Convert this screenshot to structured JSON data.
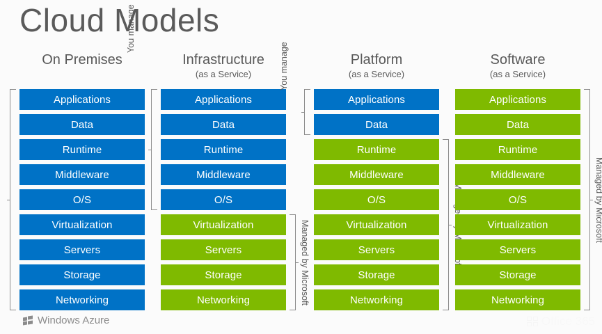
{
  "slide": {
    "title": "Cloud Models",
    "background_color": "#fbfbfb",
    "blue_color": "#0072c6",
    "green_color": "#7fba00",
    "bracket_color": "#8c8c8c"
  },
  "layer_names": [
    "Applications",
    "Data",
    "Runtime",
    "Middleware",
    "O/S",
    "Virtualization",
    "Servers",
    "Storage",
    "Networking"
  ],
  "columns": [
    {
      "id": "on-premises",
      "heading": "On Premises",
      "subheading": "",
      "layers": [
        {
          "label": "Applications",
          "color": "blue"
        },
        {
          "label": "Data",
          "color": "blue"
        },
        {
          "label": "Runtime",
          "color": "blue"
        },
        {
          "label": "Middleware",
          "color": "blue"
        },
        {
          "label": "O/S",
          "color": "blue"
        },
        {
          "label": "Virtualization",
          "color": "blue"
        },
        {
          "label": "Servers",
          "color": "blue"
        },
        {
          "label": "Storage",
          "color": "blue"
        },
        {
          "label": "Networking",
          "color": "blue"
        }
      ],
      "brackets": [
        {
          "side": "left",
          "label": "You manage",
          "from": 0,
          "to": 8
        }
      ]
    },
    {
      "id": "infrastructure",
      "heading": "Infrastructure",
      "subheading": "(as a Service)",
      "layers": [
        {
          "label": "Applications",
          "color": "blue"
        },
        {
          "label": "Data",
          "color": "blue"
        },
        {
          "label": "Runtime",
          "color": "blue"
        },
        {
          "label": "Middleware",
          "color": "blue"
        },
        {
          "label": "O/S",
          "color": "blue"
        },
        {
          "label": "Virtualization",
          "color": "green"
        },
        {
          "label": "Servers",
          "color": "green"
        },
        {
          "label": "Storage",
          "color": "green"
        },
        {
          "label": "Networking",
          "color": "green"
        }
      ],
      "brackets": [
        {
          "side": "left",
          "label": "You manage",
          "from": 0,
          "to": 4
        },
        {
          "side": "right",
          "label": "Managed by Microsoft",
          "from": 5,
          "to": 8
        }
      ]
    },
    {
      "id": "platform",
      "heading": "Platform",
      "subheading": "(as a Service)",
      "layers": [
        {
          "label": "Applications",
          "color": "blue"
        },
        {
          "label": "Data",
          "color": "blue"
        },
        {
          "label": "Runtime",
          "color": "green"
        },
        {
          "label": "Middleware",
          "color": "green"
        },
        {
          "label": "O/S",
          "color": "green"
        },
        {
          "label": "Virtualization",
          "color": "green"
        },
        {
          "label": "Servers",
          "color": "green"
        },
        {
          "label": "Storage",
          "color": "green"
        },
        {
          "label": "Networking",
          "color": "green"
        }
      ],
      "brackets": [
        {
          "side": "left",
          "label": "You manage",
          "from": 0,
          "to": 1
        },
        {
          "side": "right",
          "label": "Managed by Microsoft",
          "from": 2,
          "to": 8
        }
      ]
    },
    {
      "id": "software",
      "heading": "Software",
      "subheading": "(as a Service)",
      "layers": [
        {
          "label": "Applications",
          "color": "green"
        },
        {
          "label": "Data",
          "color": "green"
        },
        {
          "label": "Runtime",
          "color": "green"
        },
        {
          "label": "Middleware",
          "color": "green"
        },
        {
          "label": "O/S",
          "color": "green"
        },
        {
          "label": "Virtualization",
          "color": "green"
        },
        {
          "label": "Servers",
          "color": "green"
        },
        {
          "label": "Storage",
          "color": "green"
        },
        {
          "label": "Networking",
          "color": "green"
        }
      ],
      "brackets": [
        {
          "side": "right",
          "label": "Managed by Microsoft",
          "from": 0,
          "to": 8
        }
      ]
    }
  ],
  "branding": {
    "azure_label": "Windows Azure",
    "azure_icon": "windows-flag-icon",
    "watermark_label": "Office 365",
    "watermark_icon": "office-squares-icon"
  }
}
